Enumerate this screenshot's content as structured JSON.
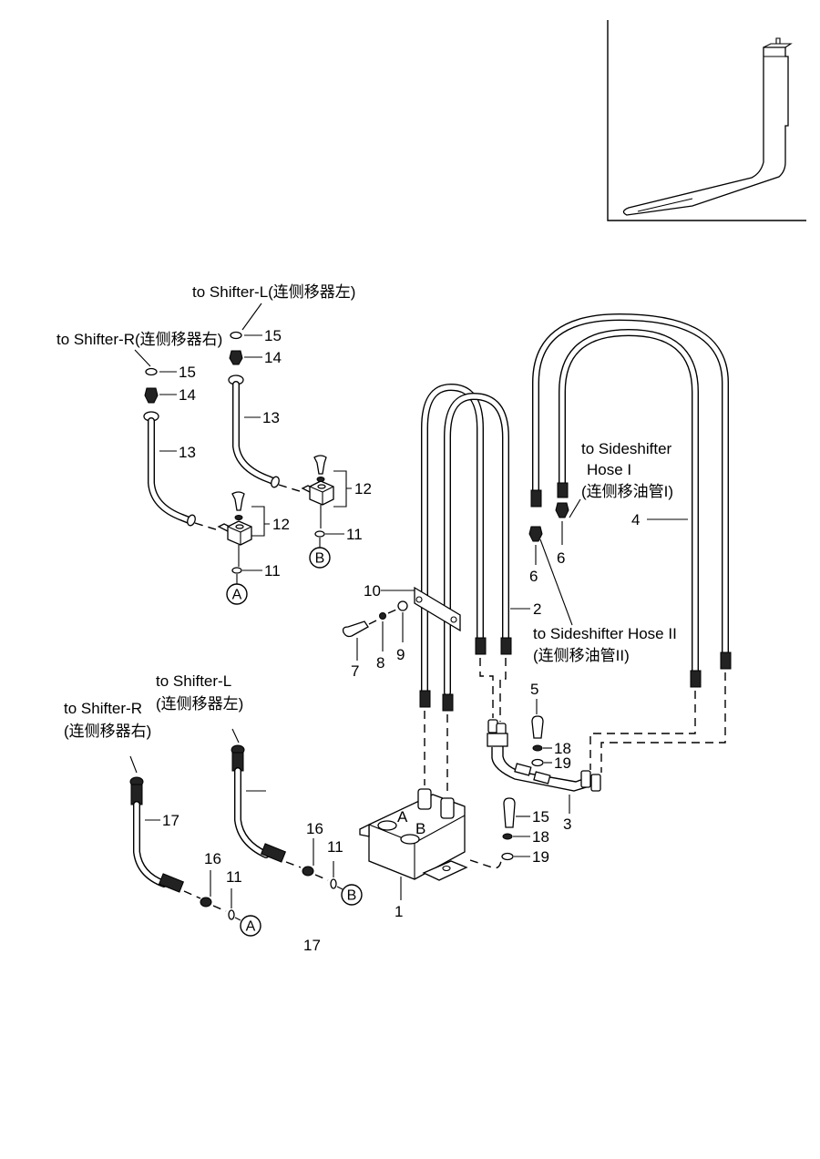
{
  "diagram": {
    "title": "Sideshifter hydraulic hose assembly (exploded parts view)",
    "annotations": {
      "shifter_l_top": "to Shifter-L(连侧移器左)",
      "shifter_r_top": "to Shifter-R(连侧移器右)",
      "sideshifter_hose1_l1": "to Sideshifter",
      "sideshifter_hose1_l2": "Hose I",
      "sideshifter_hose1_l3": "(连侧移油管I)",
      "sideshifter_hose2_l1": "to Sideshifter Hose II",
      "sideshifter_hose2_l2": "(连侧移油管II)",
      "shifter_l_bottom_l1": "to Shifter-L",
      "shifter_l_bottom_l2": "(连侧移器左)",
      "shifter_r_bottom_l1": "to Shifter-R",
      "shifter_r_bottom_l2": "(连侧移器右)",
      "port_a": "A",
      "port_b": "B"
    },
    "callouts": {
      "c1": "1",
      "c2": "2",
      "c3": "3",
      "c4": "4",
      "c5": "5",
      "c6a": "6",
      "c6b": "6",
      "c7": "7",
      "c8": "8",
      "c9": "9",
      "c10": "10",
      "c11a": "11",
      "c11b": "11",
      "c11c": "11",
      "c11d": "11",
      "c12a": "12",
      "c12b": "12",
      "c13a": "13",
      "c13b": "13",
      "c14a": "14",
      "c14b": "14",
      "c15a": "15",
      "c15b": "15",
      "c15c": "15",
      "c16a": "16",
      "c16b": "16",
      "c17a": "17",
      "c17b": "17",
      "c18a": "18",
      "c18b": "18",
      "c19a": "19",
      "c19b": "19"
    },
    "connection_markers": {
      "a1": "A",
      "b1": "B",
      "a2": "A",
      "b2": "B"
    },
    "inset": {
      "name": "Fork with sideshifter (reference view)"
    }
  }
}
